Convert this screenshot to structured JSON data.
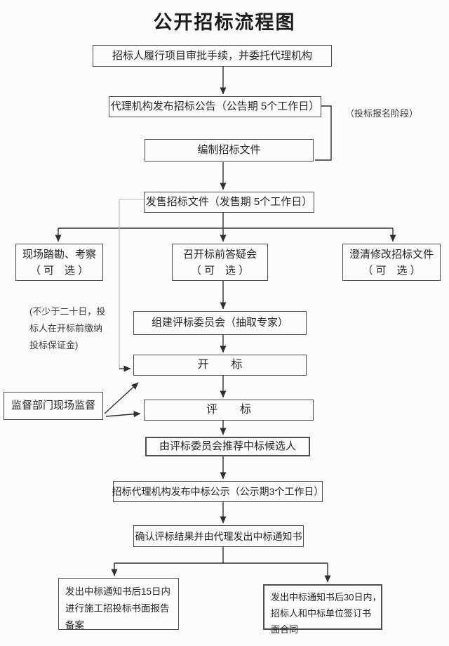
{
  "title": "公开招标流程图",
  "colors": {
    "line": "#2f2f2f",
    "light_line": "#b8b8b8",
    "box_border": "#4f4f4f",
    "text": "#262626",
    "background": "#fbfbfb"
  },
  "nodes": {
    "approval": {
      "label": "招标人履行项目审批手续，并委托代理机构"
    },
    "announcement": {
      "label": "代理机构发布招标公告（公告期 5个工作日）"
    },
    "prepare_docs": {
      "label": "编制招标文件"
    },
    "sell_docs": {
      "label": "发售招标文件（发售期 5个工作日）"
    },
    "site_visit": {
      "lines": [
        "现场踏勘、考察",
        "（ 可　选 ）"
      ]
    },
    "qa_meeting": {
      "lines": [
        "召开标前答疑会",
        "（ 可　选 ）"
      ]
    },
    "clarify_docs": {
      "lines": [
        "澄清修改招标文件",
        "（ 可　选 ）"
      ]
    },
    "committee": {
      "label": "组建评标委员会（抽取专家）"
    },
    "bid_opening": {
      "label": "开　　标"
    },
    "bid_evaluation": {
      "label": "评　　标"
    },
    "recommend": {
      "label": "由评标委员会推荐中标候选人"
    },
    "publicity": {
      "label": "招标代理机构发布中标公示（公示期3个工作日）"
    },
    "confirm_notice": {
      "label": "确认评标结果并由代理发出中标通知书"
    },
    "filing_report": {
      "lines": [
        "发出中标通知书后15日内",
        "进行施工招投标书面报告",
        "备案"
      ]
    },
    "sign_contract": {
      "lines": [
        "发出中标通知书后30日内，",
        "招标人和中标单位签订书",
        "面合同"
      ]
    },
    "supervision": {
      "label": "监督部门现场监督"
    }
  },
  "annotations": {
    "registration_stage": "（投标报名阶段）",
    "deposit_note_lines": [
      "(不少于二十日，投",
      "标人在开标前缴纳",
      "投标保证金)"
    ]
  }
}
